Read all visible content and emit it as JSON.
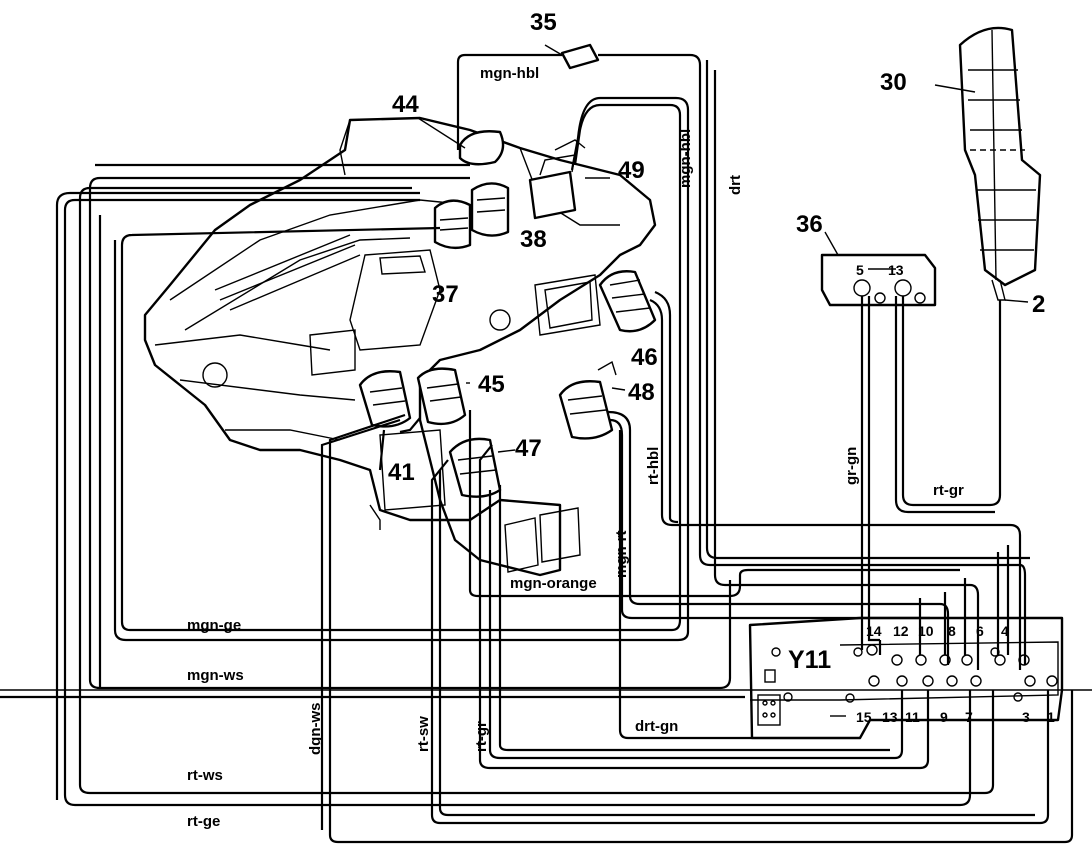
{
  "callouts": {
    "c35": "35",
    "c44": "44",
    "c49": "49",
    "c38": "38",
    "c37": "37",
    "c36": "36",
    "c30": "30",
    "c2": "2",
    "c46": "46",
    "c45": "45",
    "c48": "48",
    "c47": "47",
    "c41": "41"
  },
  "wire_labels": {
    "mgn_hbl_top": "mgn-hbl",
    "mgn_hbl_vert": "mgn-hbl",
    "drt": "drt",
    "rt_hbl": "rt-hbl",
    "mgn_rt": "mgn-rt",
    "mgn_orange": "mgn-orange",
    "gr_gn": "gr-gn",
    "rt_gr_right": "rt-gr",
    "mgn_ge": "mgn-ge",
    "mgn_ws": "mgn-ws",
    "dgn_ws": "dgn-ws",
    "rt_sw": "rt-sw",
    "rt_gr_left": "rt-gr",
    "drt_gn": "drt-gn",
    "rt_ws": "rt-ws",
    "rt_ge": "rt-ge"
  },
  "switchover_valve": {
    "label": "Y11",
    "top_pins": [
      "14",
      "12",
      "10",
      "8",
      "6",
      "4"
    ],
    "bottom_pins": [
      "15",
      "13",
      "11",
      "9",
      "7",
      "3",
      "1"
    ]
  },
  "vacuum_tank": {
    "pins": [
      "5",
      "13"
    ]
  }
}
